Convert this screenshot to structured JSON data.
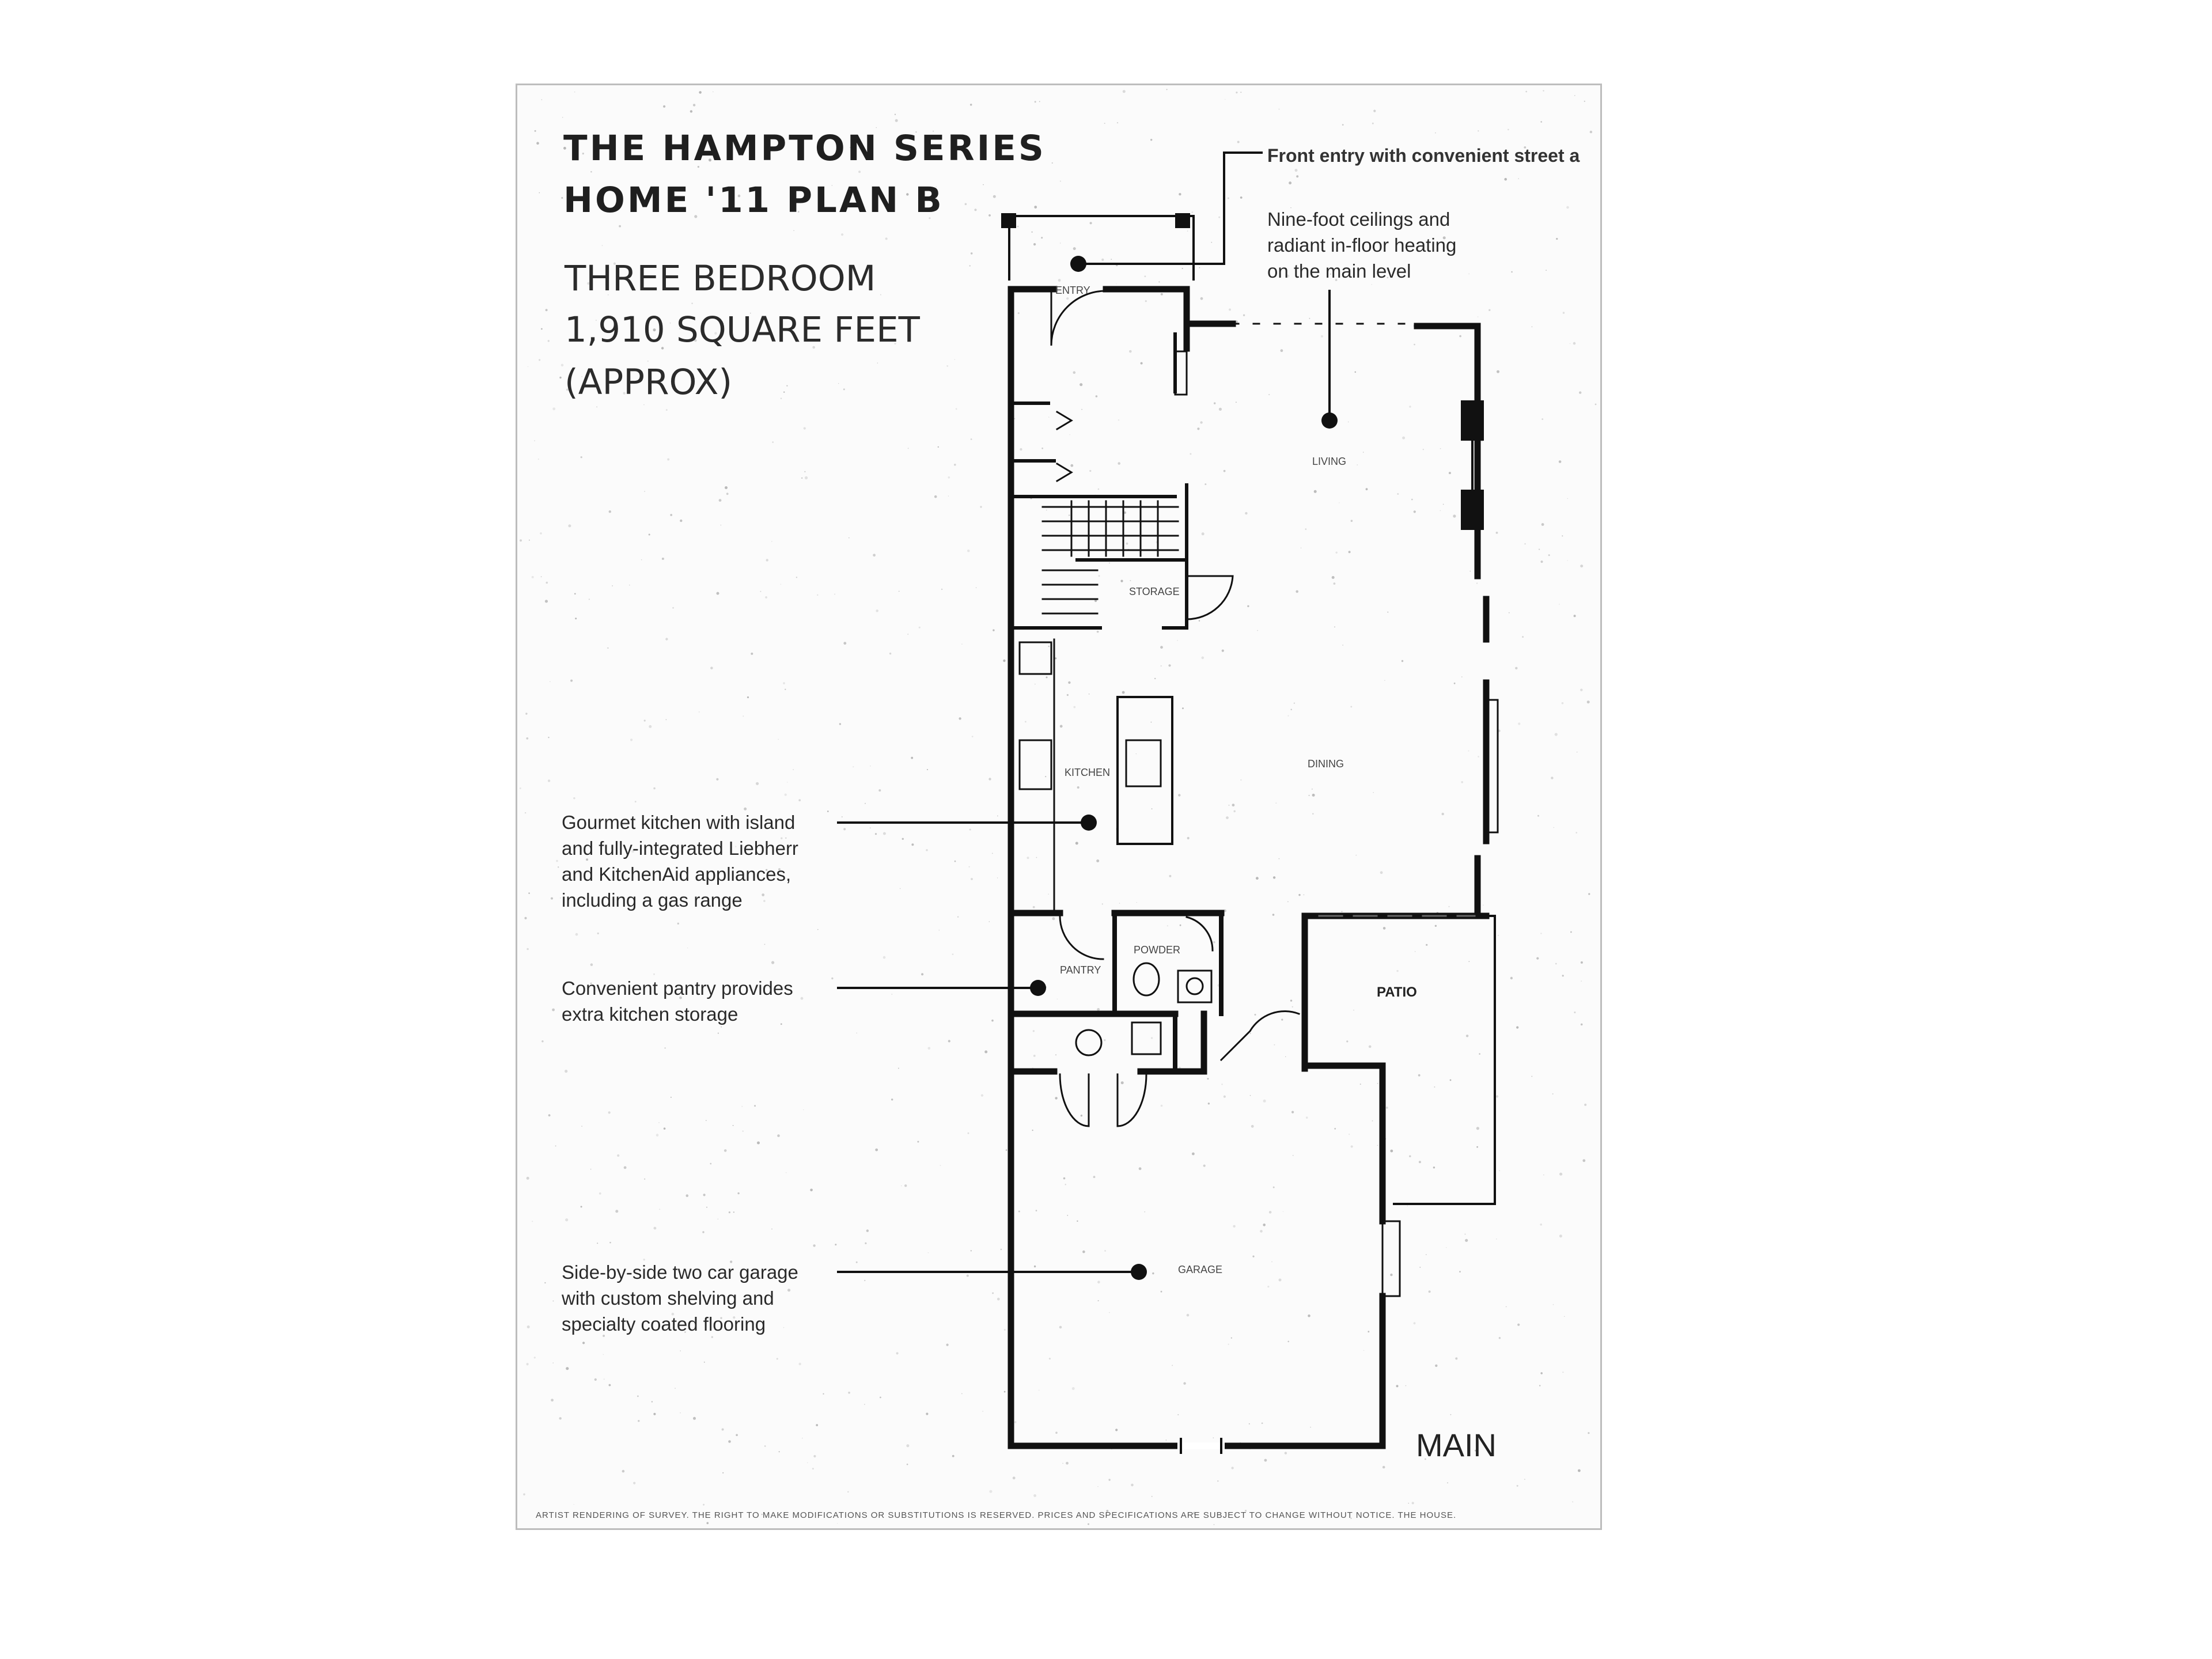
{
  "header": {
    "series_title": "THE HAMPTON SERIES",
    "plan_title": "HOME '11 PLAN B",
    "bedrooms": "THREE BEDROOM",
    "area": "1,910 SQUARE FEET",
    "approx": "(APPROX)"
  },
  "callouts": {
    "front_entry": [
      "Front entry with convenient street a"
    ],
    "ceilings": [
      "Nine-foot ceilings and",
      "radiant in-floor heating",
      "on the main level"
    ],
    "kitchen": [
      "Gourmet kitchen with island",
      "and fully-integrated Liebherr",
      "and KitchenAid appliances,",
      "including a gas range"
    ],
    "pantry": [
      "Convenient pantry provides",
      "extra kitchen storage"
    ],
    "garage": [
      "Side-by-side two car garage",
      "with custom shelving and",
      "specialty coated flooring"
    ]
  },
  "rooms": {
    "living": "LIVING",
    "dining": "DINING",
    "kitchen": "KITCHEN",
    "storage": "STORAGE",
    "pantry": "PANTRY",
    "powder": "POWDER",
    "patio": "PATIO",
    "garage": "GARAGE",
    "entry": "ENTRY"
  },
  "level_label": "MAIN",
  "footer_text": "ARTIST RENDERING OF SURVEY. THE RIGHT TO MAKE MODIFICATIONS OR SUBSTITUTIONS IS RESERVED. PRICES AND SPECIFICATIONS ARE SUBJECT TO CHANGE WITHOUT NOTICE. THE HOUSE."
}
